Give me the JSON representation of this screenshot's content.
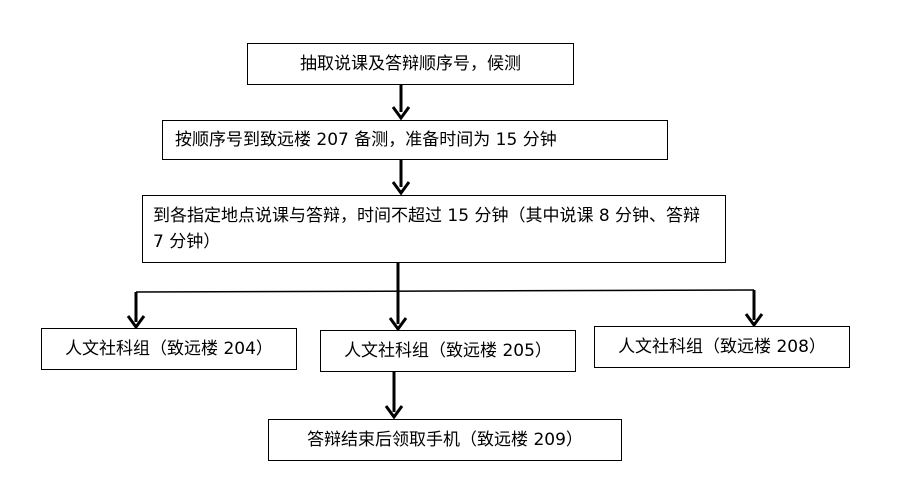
{
  "flow": {
    "step1": "抽取说课及答辩顺序号，候测",
    "step2": "按顺序号到致远楼 207 备测，准备时间为 15 分钟",
    "step3": "到各指定地点说课与答辩，时间不超过 15 分钟（其中说课 8 分钟、答辩 7 分钟）",
    "groups": [
      "人文社科组（致远楼 204）",
      "人文社科组（致远楼 205）",
      "人文社科组（致远楼 208）"
    ],
    "final": "答辩结束后领取手机（致远楼 209）"
  }
}
